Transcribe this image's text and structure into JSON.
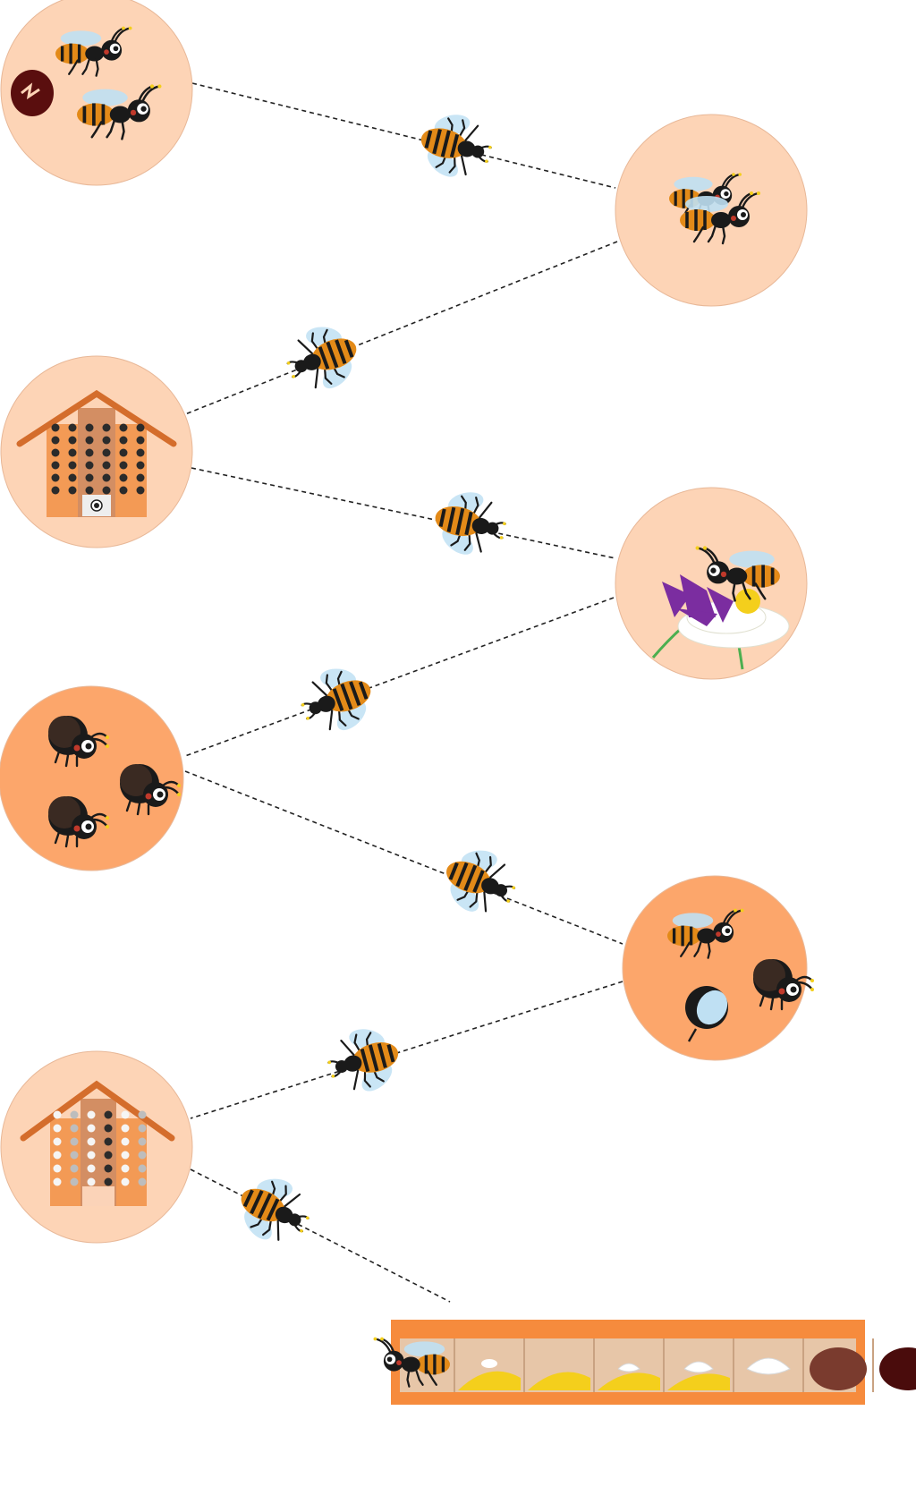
{
  "colors": {
    "circle_light": "#fdd4b6",
    "circle_dark": "#fca66b",
    "circle_stroke": "#e8b898",
    "bee_orange": "#e38a18",
    "bee_black": "#1a1a1a",
    "wing": "#bfe0f3",
    "house_wall": "#f39a55",
    "house_panel": "#d38e63",
    "house_roof": "#d46d2c",
    "nest_tube": "#f68b3d",
    "nest_inner": "#e7c6a8",
    "pollen": "#f4cf1c",
    "flower_purple": "#7b2da0",
    "flower_white": "#ffffff",
    "cocoon_brown": "#7a3b2e",
    "cocoon_dark": "#4a0c0c"
  },
  "stages": [
    {
      "id": "emergence",
      "icon": "emerging-bees-icon"
    },
    {
      "id": "mating",
      "icon": "mating-bees-icon"
    },
    {
      "id": "nest-search",
      "icon": "bee-house-icon"
    },
    {
      "id": "foraging",
      "icon": "bee-on-flower-icon"
    },
    {
      "id": "early-emergence",
      "icon": "emerging-males-icon"
    },
    {
      "id": "female-emergence",
      "icon": "emerging-females-icon"
    },
    {
      "id": "nesting",
      "icon": "filled-bee-house-icon"
    },
    {
      "id": "brood-development",
      "icon": "nest-tube-icon"
    }
  ],
  "nest_cells": [
    "bee-egg",
    "pollen-loaf",
    "young-larva",
    "feeding-larva",
    "mature-larva",
    "cocoon",
    "dark-cocoon"
  ]
}
